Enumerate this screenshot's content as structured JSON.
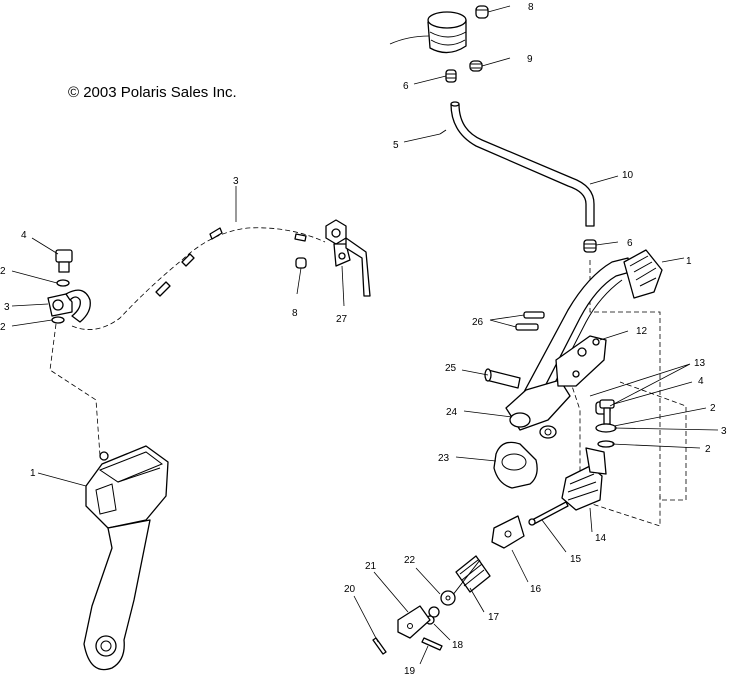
{
  "copyright": "© 2003 Polaris Sales Inc.",
  "callouts": [
    {
      "id": "c-8a",
      "text": "8"
    },
    {
      "id": "c-9",
      "text": "9"
    },
    {
      "id": "c-6a",
      "text": "6"
    },
    {
      "id": "c-5",
      "text": "5"
    },
    {
      "id": "c-10",
      "text": "10"
    },
    {
      "id": "c-6b",
      "text": "6"
    },
    {
      "id": "c-3a",
      "text": "3"
    },
    {
      "id": "c-4a",
      "text": "4"
    },
    {
      "id": "c-2a",
      "text": "2"
    },
    {
      "id": "c-3b",
      "text": "3"
    },
    {
      "id": "c-2b",
      "text": "2"
    },
    {
      "id": "c-8b",
      "text": "8"
    },
    {
      "id": "c-27",
      "text": "27"
    },
    {
      "id": "c-1a",
      "text": "1"
    },
    {
      "id": "c-1b",
      "text": "1"
    },
    {
      "id": "c-26",
      "text": "26"
    },
    {
      "id": "c-12",
      "text": "12"
    },
    {
      "id": "c-25",
      "text": "25"
    },
    {
      "id": "c-13",
      "text": "13"
    },
    {
      "id": "c-4b",
      "text": "4"
    },
    {
      "id": "c-24",
      "text": "24"
    },
    {
      "id": "c-2c",
      "text": "2"
    },
    {
      "id": "c-3c",
      "text": "3"
    },
    {
      "id": "c-2d",
      "text": "2"
    },
    {
      "id": "c-23",
      "text": "23"
    },
    {
      "id": "c-14",
      "text": "14"
    },
    {
      "id": "c-15",
      "text": "15"
    },
    {
      "id": "c-16",
      "text": "16"
    },
    {
      "id": "c-17",
      "text": "17"
    },
    {
      "id": "c-22",
      "text": "22"
    },
    {
      "id": "c-21",
      "text": "21"
    },
    {
      "id": "c-20",
      "text": "20"
    },
    {
      "id": "c-18",
      "text": "18"
    },
    {
      "id": "c-19",
      "text": "19"
    }
  ]
}
